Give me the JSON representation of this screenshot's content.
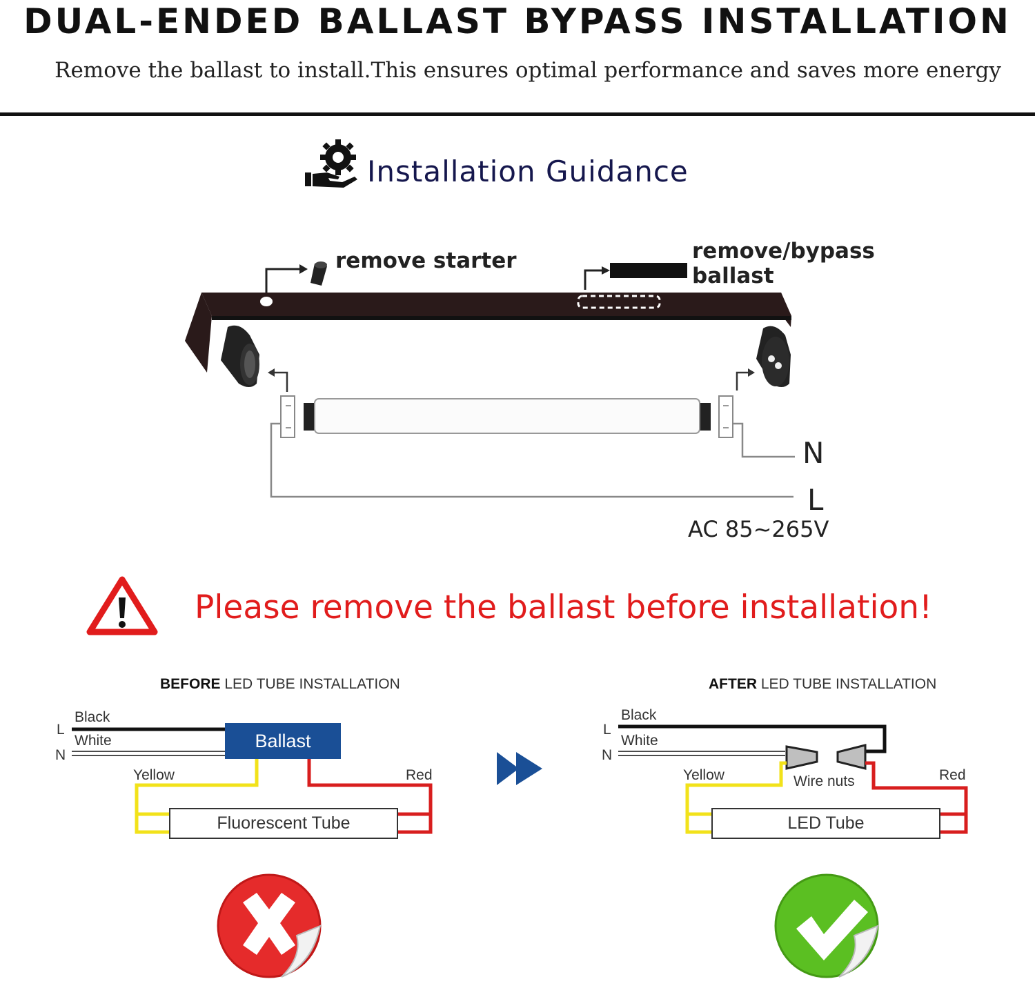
{
  "header": {
    "title": "DUAL-ENDED BALLAST BYPASS INSTALLATION",
    "subtitle": "Remove the ballast to install.This ensures optimal performance and saves more energy"
  },
  "guidance": {
    "title": "Installation Guidance",
    "icon": "hand-gear-icon"
  },
  "fixture_diagram": {
    "remove_starter": "remove starter",
    "remove_bypass_line1": "remove/bypass",
    "remove_bypass_line2": "ballast",
    "neutral": "N",
    "live": "L",
    "voltage": "AC 85~265V"
  },
  "warning": {
    "text": "Please remove the ballast before installation!",
    "icon": "warning-triangle-icon",
    "color": "#e11c1c"
  },
  "before": {
    "caption_bold": "BEFORE",
    "caption_rest": " LED TUBE INSTALLATION",
    "l": "L",
    "n": "N",
    "black": "Black",
    "white": "White",
    "yellow": "Yellow",
    "red": "Red",
    "ballast": "Ballast",
    "tube": "Fluorescent Tube",
    "status_icon": "red-cross-icon"
  },
  "after": {
    "caption_bold": "AFTER",
    "caption_rest": " LED TUBE INSTALLATION",
    "l": "L",
    "n": "N",
    "black": "Black",
    "white": "White",
    "yellow": "Yellow",
    "red": "Red",
    "wire_nuts": "Wire nuts",
    "tube": "LED Tube",
    "status_icon": "green-check-icon"
  },
  "colors": {
    "ballast_blue": "#1a4f96",
    "wire_yellow": "#f2e21a",
    "wire_red": "#d81e1e",
    "cross_red": "#e52b2b",
    "check_green": "#5bbf22",
    "arrow_blue": "#1a4f96",
    "guidance_navy": "#15174d"
  }
}
